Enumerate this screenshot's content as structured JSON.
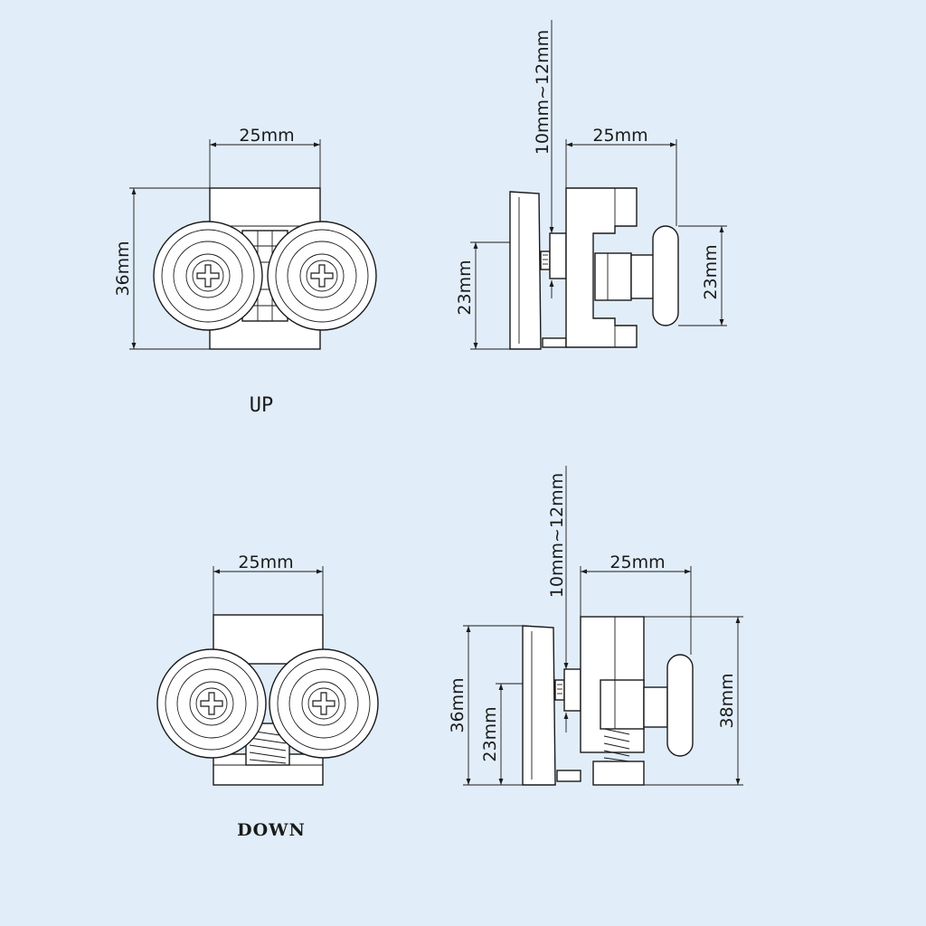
{
  "colors": {
    "background": "#e1edf8",
    "line": "#1a1a1a",
    "part_fill": "#ffffff"
  },
  "up": {
    "label": "UP",
    "front": {
      "width": "25mm",
      "height": "36mm"
    },
    "side": {
      "gap": "10mm~12mm",
      "depth": "25mm",
      "left_height": "23mm",
      "right_height": "23mm"
    }
  },
  "down": {
    "label": "DOWN",
    "front": {
      "width": "25mm"
    },
    "side": {
      "gap": "10mm~12mm",
      "depth": "25mm",
      "total_height": "36mm",
      "inner_height": "23mm",
      "right_height": "38mm"
    }
  }
}
